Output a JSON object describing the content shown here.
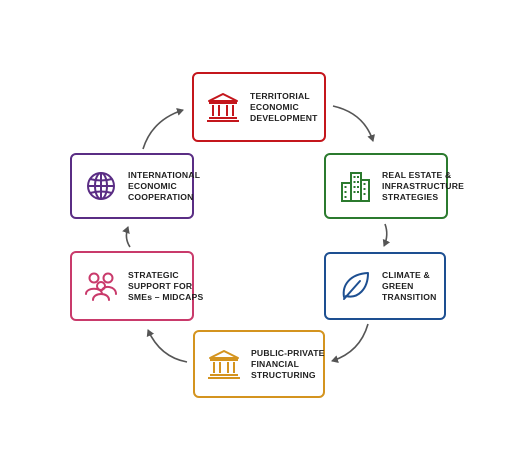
{
  "diagram": {
    "nodes": [
      {
        "id": "territorial",
        "lines": [
          "TERRITORIAL",
          "ECONOMIC",
          "DEVELOPMENT"
        ],
        "icon": "bank-building-icon",
        "color": "#c4161c"
      },
      {
        "id": "realestate",
        "lines": [
          "REAL ESTATE &",
          "INFRASTRUCTURE",
          "STRATEGIES"
        ],
        "icon": "city-buildings-icon",
        "color": "#2b7a2e"
      },
      {
        "id": "climate",
        "lines": [
          "CLIMATE &",
          "GREEN",
          "TRANSITION"
        ],
        "icon": "leaf-icon",
        "color": "#1d4f91"
      },
      {
        "id": "public",
        "lines": [
          "PUBLIC-PRIVATE",
          "FINANCIAL",
          "STRUCTURING"
        ],
        "icon": "bank-building-icon",
        "color": "#d4941f"
      },
      {
        "id": "strategic",
        "lines": [
          "STRATEGIC",
          "SUPPORT FOR",
          "SMEs – MIDCAPS"
        ],
        "icon": "people-group-icon",
        "color": "#c93a6b"
      },
      {
        "id": "international",
        "lines": [
          "INTERNATIONAL",
          "ECONOMIC",
          "COOPERATION"
        ],
        "icon": "globe-icon",
        "color": "#5a2d84"
      }
    ],
    "flow": "clockwise",
    "arrow_color": "#555555"
  }
}
